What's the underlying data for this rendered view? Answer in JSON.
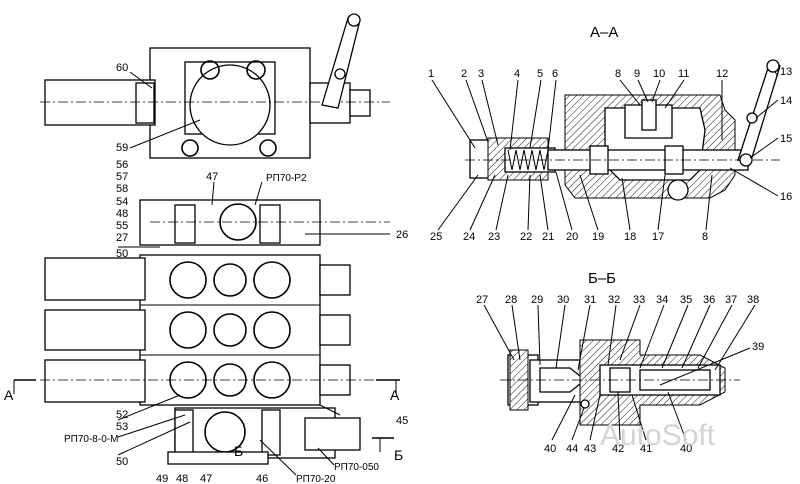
{
  "sections": {
    "aa_title": "А–А",
    "bb_title": "Б–Б",
    "cut_a_left": "А",
    "cut_a_right": "А",
    "cut_b": "Б",
    "cut_b_small": "Б"
  },
  "watermark": "AutoSoft",
  "callouts_left": {
    "c60": "60",
    "c59": "59",
    "c56": "56",
    "c57": "57",
    "c58": "58",
    "c54": "54",
    "c48": "48",
    "c55": "55",
    "c27": "27",
    "c50": "50",
    "c47": "47",
    "c26": "26",
    "c52": "52",
    "c53": "53",
    "c45": "45",
    "c50b": "50",
    "c49": "49",
    "c48b": "48",
    "c47b": "47",
    "c46": "46",
    "rp_p2": "РП70-Р2",
    "rp_8": "РП70-8-0-М",
    "rp_050": "РП70-050",
    "rp_20": "РП70-20"
  },
  "callouts_aa": {
    "n1": "1",
    "n2": "2",
    "n3": "3",
    "n4": "4",
    "n5": "5",
    "n6": "6",
    "n8": "8",
    "n9": "9",
    "n10": "10",
    "n11": "11",
    "n12": "12",
    "n13": "13",
    "n14": "14",
    "n15": "15",
    "n16": "16",
    "n8b": "8",
    "n17": "17",
    "n18": "18",
    "n19": "19",
    "n20": "20",
    "n21": "21",
    "n22": "22",
    "n23": "23",
    "n24": "24",
    "n25": "25"
  },
  "callouts_bb": {
    "n27": "27",
    "n28": "28",
    "n29": "29",
    "n30": "30",
    "n31": "31",
    "n32": "32",
    "n33": "33",
    "n34": "34",
    "n35": "35",
    "n36": "36",
    "n37": "37",
    "n38": "38",
    "n39": "39",
    "n40": "40",
    "n44": "44",
    "n43": "43",
    "n42": "42",
    "n41": "41",
    "n40b": "40"
  }
}
